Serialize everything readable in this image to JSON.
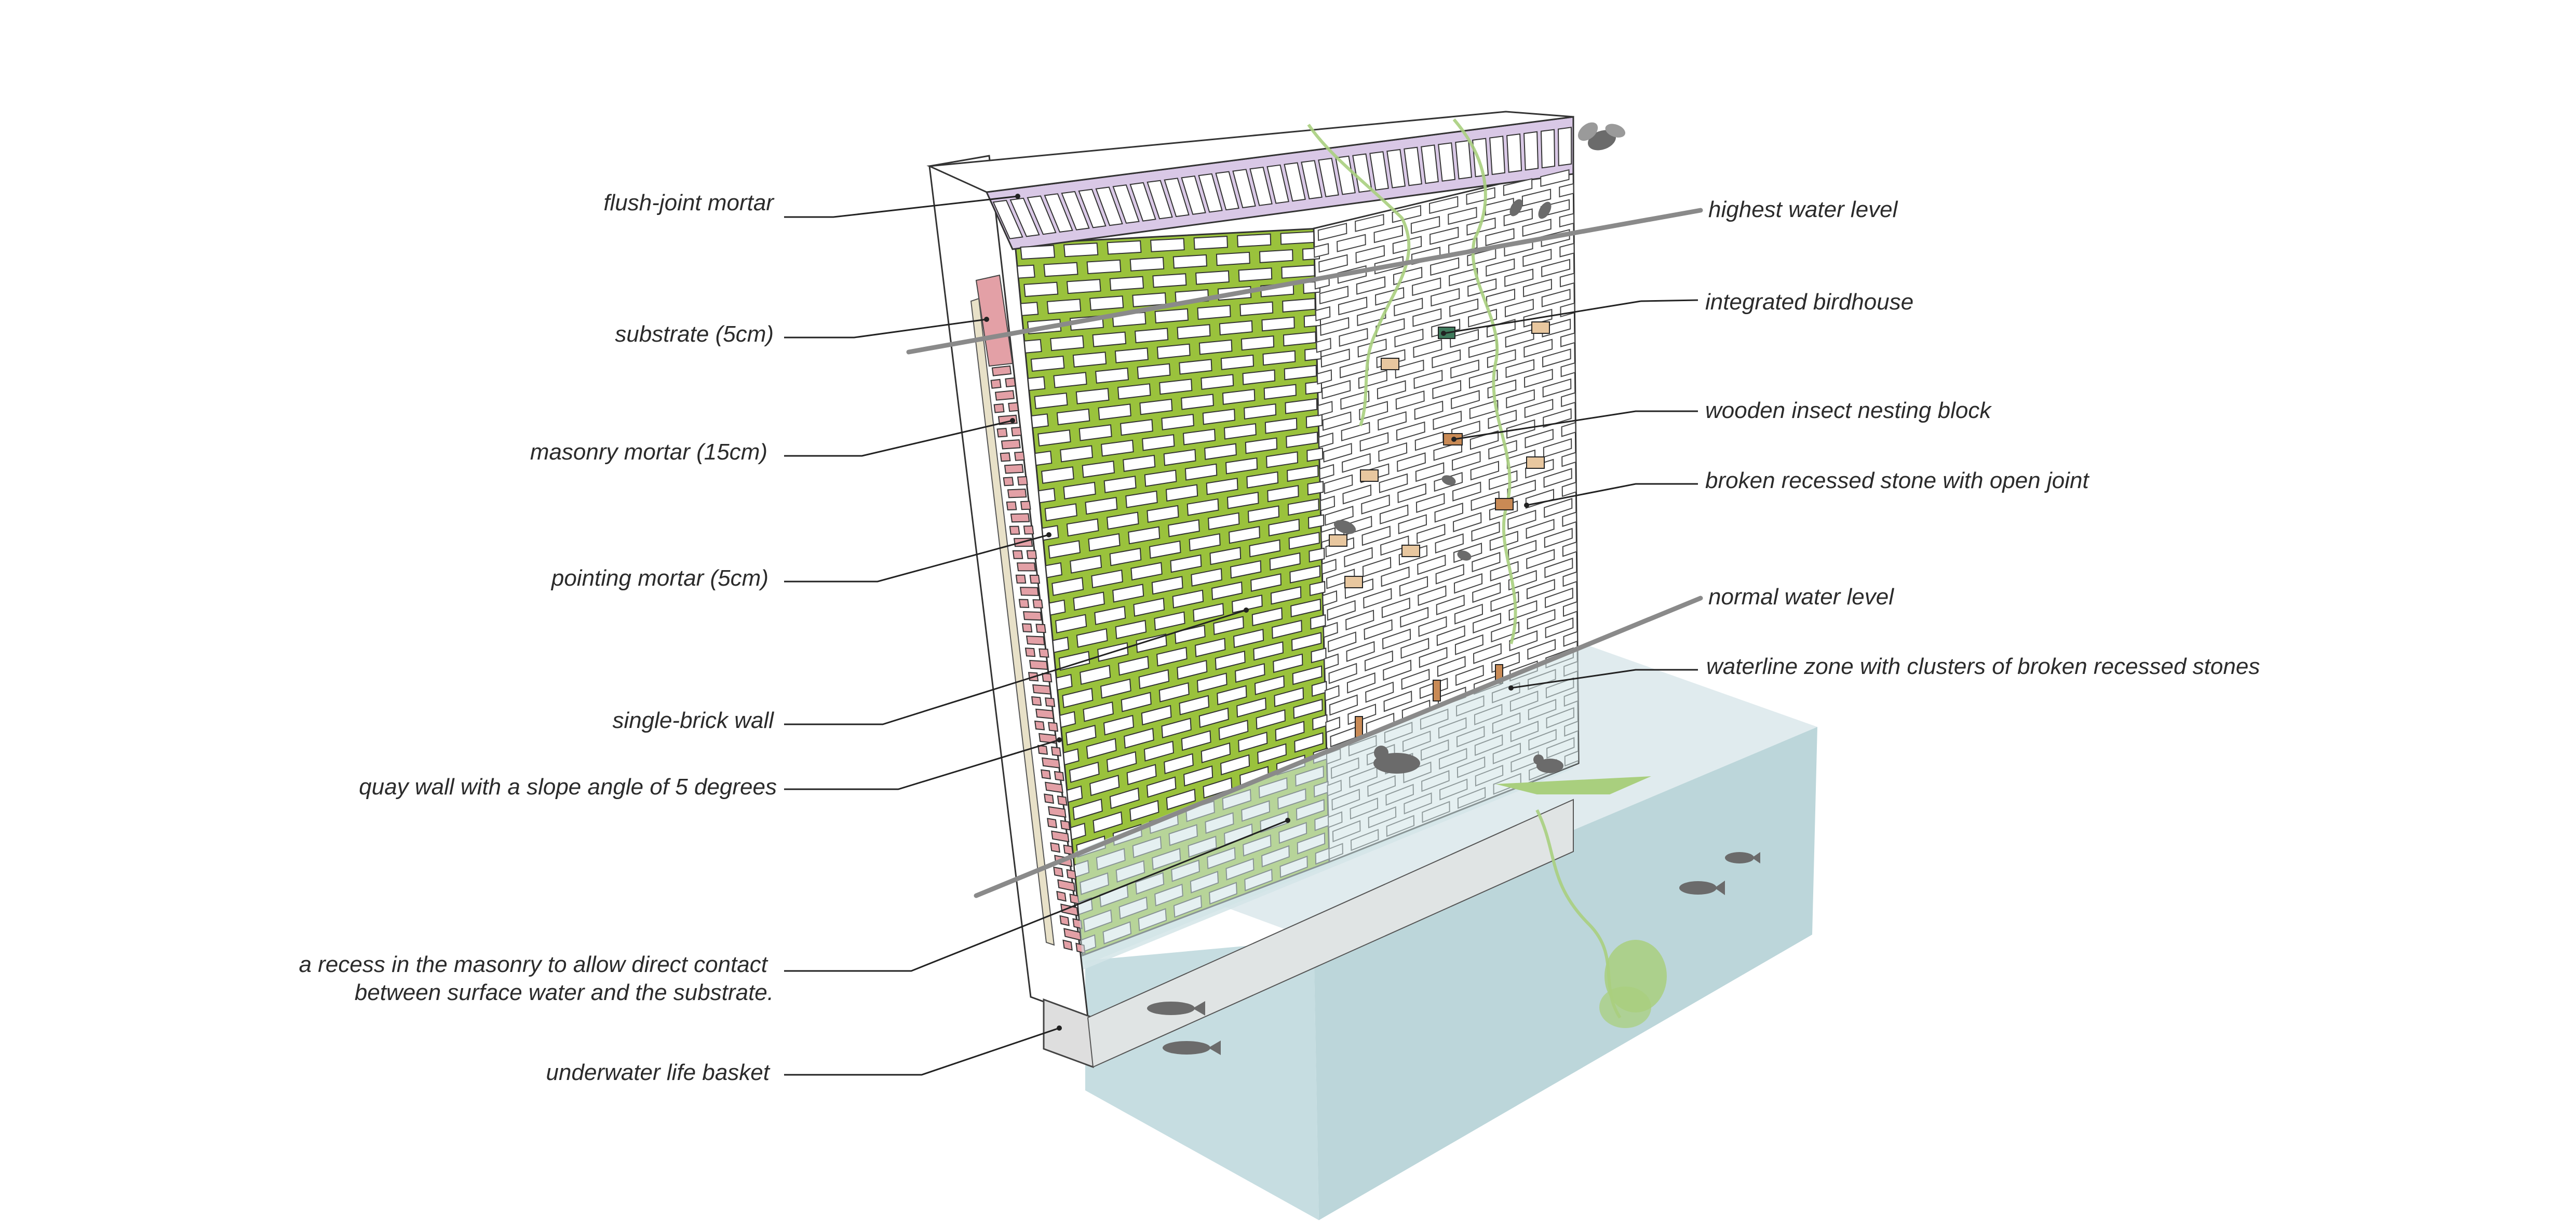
{
  "labels_left": [
    {
      "id": "flush-joint-mortar",
      "lines": [
        "flush-joint mortar"
      ]
    },
    {
      "id": "substrate",
      "lines": [
        "substrate (5cm)"
      ]
    },
    {
      "id": "masonry-mortar",
      "lines": [
        "masonry mortar (15cm)"
      ]
    },
    {
      "id": "pointing-mortar",
      "lines": [
        "pointing mortar (5cm)"
      ]
    },
    {
      "id": "single-brick-wall",
      "lines": [
        "single-brick wall"
      ]
    },
    {
      "id": "quay-wall",
      "lines": [
        "quay wall with a slope angle of 5 degrees"
      ]
    },
    {
      "id": "recess",
      "lines": [
        "a recess in the masonry to allow direct contact",
        "between surface water and the substrate."
      ]
    },
    {
      "id": "underwater-basket",
      "lines": [
        "underwater life basket"
      ]
    }
  ],
  "labels_right": [
    {
      "id": "highest-water-level",
      "lines": [
        "highest water level"
      ]
    },
    {
      "id": "integrated-birdhouse",
      "lines": [
        "integrated birdhouse"
      ]
    },
    {
      "id": "insect-nesting-block",
      "lines": [
        "wooden insect nesting block"
      ]
    },
    {
      "id": "broken-recessed-stone",
      "lines": [
        "broken recessed stone with open joint"
      ]
    },
    {
      "id": "normal-water-level",
      "lines": [
        "normal water level"
      ]
    },
    {
      "id": "waterline-zone",
      "lines": [
        "waterline zone with clusters of broken recessed stones"
      ]
    }
  ],
  "colors": {
    "green_mortar": "#9ac23c",
    "purple_top": "#d9c8e6",
    "pink_substrate": "#e3a0a6",
    "water": "#cfe3e6",
    "water_dark": "#b9d4d8",
    "leader": "#222222",
    "water_line": "#8a8a8a",
    "animal": "#6b6b6b",
    "plant": "#a9cf7e",
    "wood": "#c98a55",
    "birdhouse": "#3f7a5c"
  },
  "icons": [
    "bee-icon",
    "bird-icon",
    "duck-icon",
    "fish-icon",
    "plant-icon"
  ]
}
